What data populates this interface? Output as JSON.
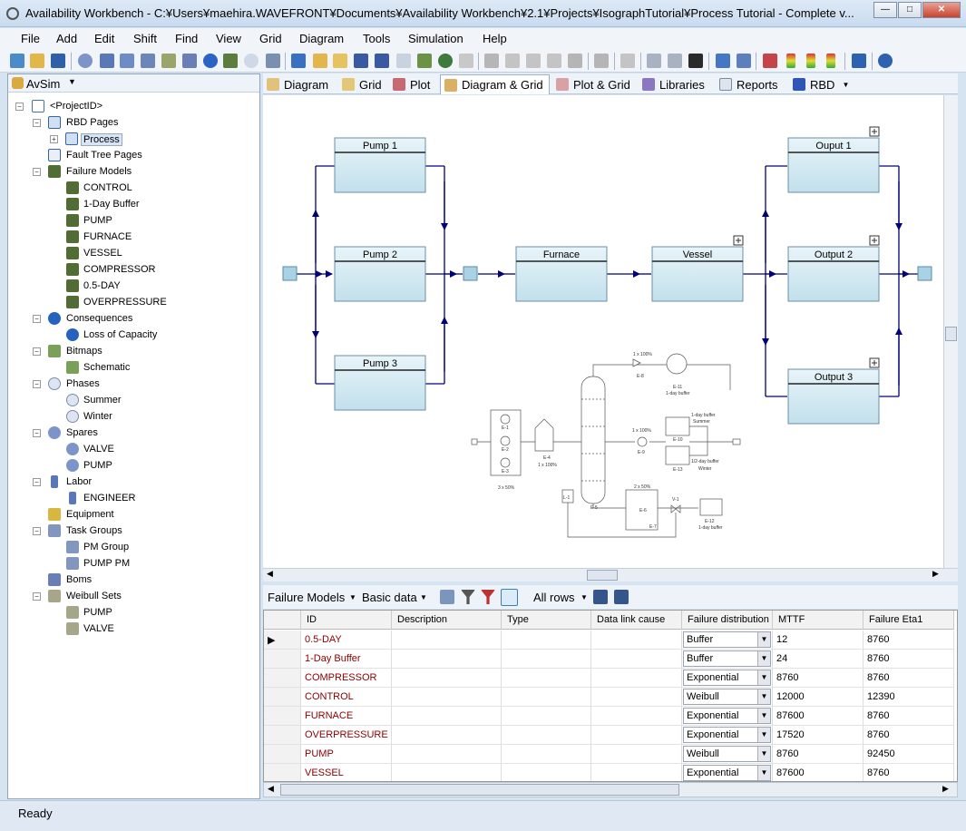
{
  "window": {
    "title": "Availability Workbench - C:¥Users¥maehira.WAVEFRONT¥Documents¥Availability Workbench¥2.1¥Projects¥IsographTutorial¥Process Tutorial - Complete v..."
  },
  "menu": [
    "File",
    "Add",
    "Edit",
    "Shift",
    "Find",
    "View",
    "Grid",
    "Diagram",
    "Tools",
    "Simulation",
    "Help"
  ],
  "left_panel": {
    "module": "AvSim",
    "tree": {
      "root": "<ProjectID>",
      "rbd_pages": "RBD Pages",
      "process": "Process",
      "fault_tree_pages": "Fault Tree Pages",
      "failure_models": "Failure Models",
      "failure_model_items": [
        "CONTROL",
        "1-Day Buffer",
        "PUMP",
        "FURNACE",
        "VESSEL",
        "COMPRESSOR",
        "0.5-DAY",
        "OVERPRESSURE"
      ],
      "consequences": "Consequences",
      "loss_of_capacity": "Loss of Capacity",
      "bitmaps": "Bitmaps",
      "schematic": "Schematic",
      "phases": "Phases",
      "phase_items": [
        "Summer",
        "Winter"
      ],
      "spares": "Spares",
      "spare_items": [
        "VALVE",
        "PUMP"
      ],
      "labor": "Labor",
      "engineer": "ENGINEER",
      "equipment": "Equipment",
      "task_groups": "Task Groups",
      "task_group_items": [
        "PM Group",
        "PUMP PM"
      ],
      "boms": "Boms",
      "weibull_sets": "Weibull Sets",
      "weibull_items": [
        "PUMP",
        "VALVE"
      ]
    }
  },
  "tabs": [
    "Diagram",
    "Grid",
    "Plot",
    "Diagram & Grid",
    "Plot & Grid",
    "Libraries",
    "Reports",
    "RBD"
  ],
  "diagram": {
    "blocks": {
      "pump1": "Pump 1",
      "pump2": "Pump 2",
      "pump3": "Pump 3",
      "furnace": "Furnace",
      "vessel": "Vessel",
      "output1": "Ouput 1",
      "output2": "Output 2",
      "output3": "Output 3"
    },
    "schematic_labels": {
      "e8": "1 x 100%",
      "e8b": "E-8",
      "e11": "E-11",
      "e11b": "1-day buffer",
      "e1": "E-1",
      "e2": "E-2",
      "e3": "E-3",
      "e3b": "3 x 50%",
      "e4": "E-4",
      "e4b": "1 x 100%",
      "e5": "E-5",
      "e9": "1 x 100%",
      "e9b": "E-9",
      "e10": "E-10",
      "e10a": "1-day buffer",
      "e10b": "Summer",
      "e13": "E-13",
      "e13a": "1/2-day buffer",
      "e13b": "Winter",
      "e6": "2 x 50%",
      "e6b": "E-6",
      "e7": "E-7",
      "v1": "V-1",
      "e12": "E-12",
      "e12b": "1-day buffer",
      "l1": "L-1"
    }
  },
  "grid_toolbar": {
    "view": "Failure Models",
    "dataset": "Basic data",
    "rows": "All rows"
  },
  "grid": {
    "columns": [
      "ID",
      "Description",
      "Type",
      "Data link cause",
      "Failure distribution",
      "MTTF",
      "Failure Eta1"
    ],
    "rows": [
      {
        "id": "0.5-DAY",
        "dist": "Buffer",
        "mttf": "12",
        "eta": "8760"
      },
      {
        "id": "1-Day Buffer",
        "dist": "Buffer",
        "mttf": "24",
        "eta": "8760"
      },
      {
        "id": "COMPRESSOR",
        "dist": "Exponential",
        "mttf": "8760",
        "eta": "8760"
      },
      {
        "id": "CONTROL",
        "dist": "Weibull",
        "mttf": "12000",
        "eta": "12390"
      },
      {
        "id": "FURNACE",
        "dist": "Exponential",
        "mttf": "87600",
        "eta": "8760"
      },
      {
        "id": "OVERPRESSURE",
        "dist": "Exponential",
        "mttf": "17520",
        "eta": "8760"
      },
      {
        "id": "PUMP",
        "dist": "Weibull",
        "mttf": "8760",
        "eta": "92450"
      },
      {
        "id": "VESSEL",
        "dist": "Exponential",
        "mttf": "87600",
        "eta": "8760"
      }
    ]
  },
  "status": "Ready"
}
